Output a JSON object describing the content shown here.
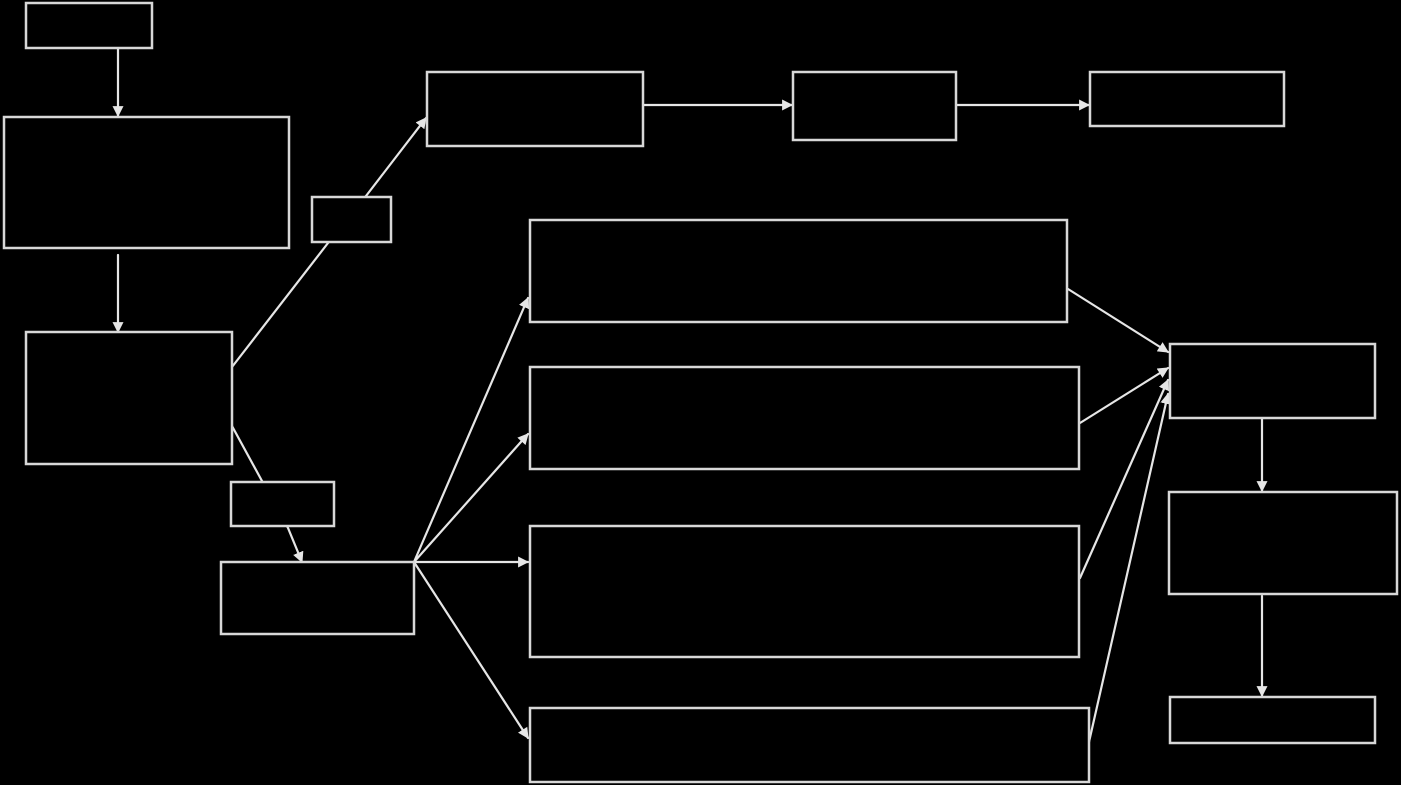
{
  "diagram": {
    "background": "#000000",
    "stroke_color": "#d8d8d8",
    "arrow_color": "#e6e6e6",
    "nodes": [
      {
        "id": "start",
        "label": ""
      },
      {
        "id": "process-a",
        "label": ""
      },
      {
        "id": "decision",
        "label": ""
      },
      {
        "id": "branch-label-upper",
        "label": ""
      },
      {
        "id": "upper-step-1",
        "label": ""
      },
      {
        "id": "upper-step-2",
        "label": ""
      },
      {
        "id": "upper-step-3",
        "label": ""
      },
      {
        "id": "branch-label-lower",
        "label": ""
      },
      {
        "id": "hub",
        "label": ""
      },
      {
        "id": "option-1",
        "label": ""
      },
      {
        "id": "option-2",
        "label": ""
      },
      {
        "id": "option-3",
        "label": ""
      },
      {
        "id": "option-4",
        "label": ""
      },
      {
        "id": "merge",
        "label": ""
      },
      {
        "id": "final-process",
        "label": ""
      },
      {
        "id": "end",
        "label": ""
      }
    ],
    "edges": [
      {
        "from": "start",
        "to": "process-a"
      },
      {
        "from": "process-a",
        "to": "decision"
      },
      {
        "from": "decision",
        "to": "upper-step-1",
        "via": "branch-label-upper"
      },
      {
        "from": "upper-step-1",
        "to": "upper-step-2"
      },
      {
        "from": "upper-step-2",
        "to": "upper-step-3"
      },
      {
        "from": "decision",
        "to": "hub",
        "via": "branch-label-lower"
      },
      {
        "from": "hub",
        "to": "option-1"
      },
      {
        "from": "hub",
        "to": "option-2"
      },
      {
        "from": "hub",
        "to": "option-3"
      },
      {
        "from": "hub",
        "to": "option-4"
      },
      {
        "from": "option-1",
        "to": "merge"
      },
      {
        "from": "option-2",
        "to": "merge"
      },
      {
        "from": "option-3",
        "to": "merge"
      },
      {
        "from": "option-4",
        "to": "merge"
      },
      {
        "from": "merge",
        "to": "final-process"
      },
      {
        "from": "final-process",
        "to": "end"
      }
    ]
  }
}
